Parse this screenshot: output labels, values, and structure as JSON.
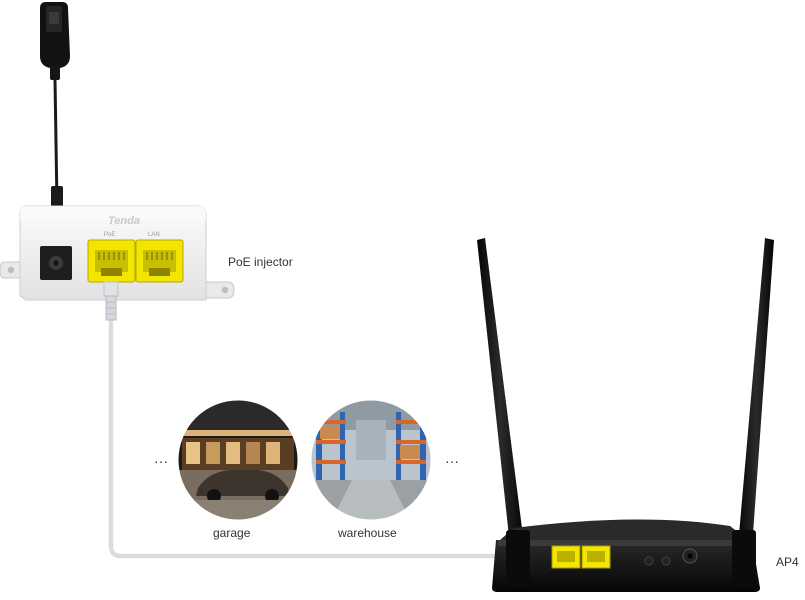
{
  "labels": {
    "poe_injector": "PoE injector",
    "garage": "garage",
    "warehouse": "warehouse",
    "ap": "AP4",
    "ellipsis_left": "···",
    "ellipsis_right": "···"
  },
  "injector": {
    "brand": "Tenda",
    "port1": "PoE",
    "port2": "LAN"
  },
  "colors": {
    "port_yellow": "#f2e600",
    "cable": "#dcdfe4",
    "device_black": "#111111",
    "injector_white": "#f4f4f4"
  }
}
